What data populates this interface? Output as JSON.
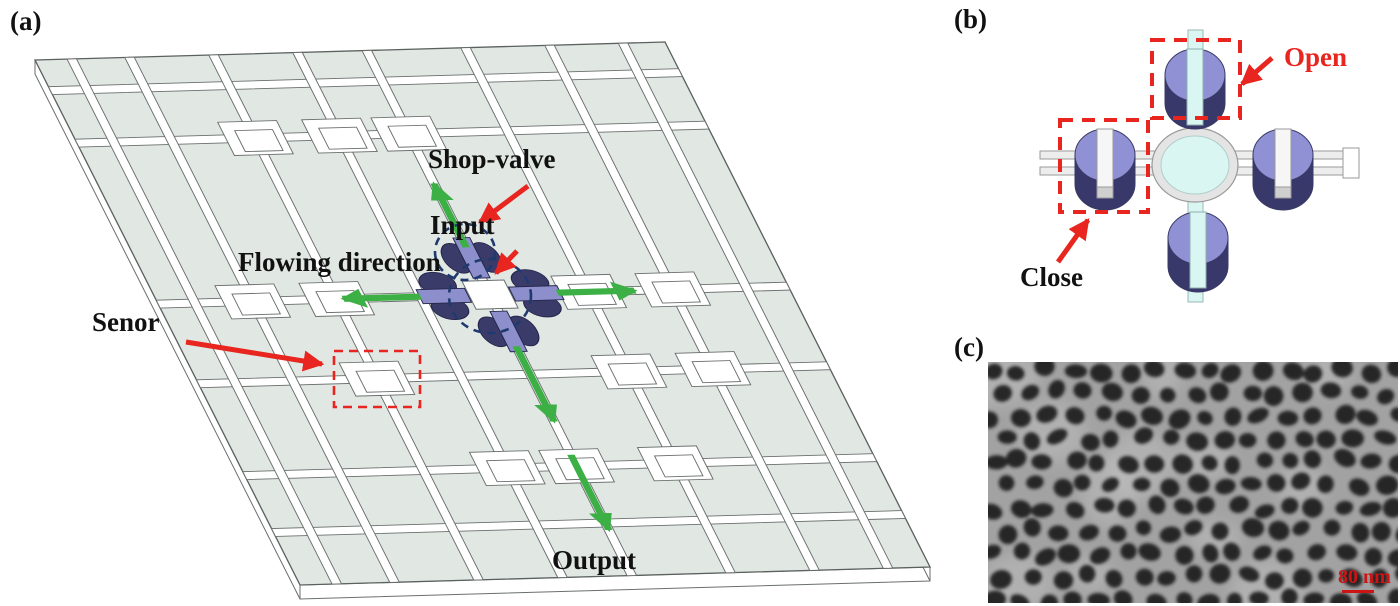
{
  "figure": {
    "panels": {
      "a": {
        "tag": "(a)",
        "description": "Isometric schematic of multiplexed microfluidic chip with valves and sensor chambers",
        "annotations": {
          "shop_valve": "Shop-valve",
          "input": "Input",
          "flowing_direction": "Flowing direction",
          "sensor": "Senor",
          "output": "Output"
        }
      },
      "b": {
        "tag": "(b)",
        "description": "Close-up of cross channel junction with four cylindrical valves",
        "annotations": {
          "open": "Open",
          "close": "Close"
        }
      },
      "c": {
        "tag": "(c)",
        "description": "SEM micrograph of nanoporous membrane",
        "scale_bar": "80 nm"
      }
    },
    "colors": {
      "chip_fill": "#e1e7e3",
      "chip_outline": "#5a615f",
      "channel_white": "#ffffff",
      "valve_navy": "#3b3b6a",
      "valve_periwinkle": "#8d8fcc",
      "cylinder_top": "#8f91d4",
      "cylinder_side": "#38386a",
      "fluid_cyan": "#d9f6f3",
      "arrow_green": "#3cb045",
      "annotation_red": "#e8251e",
      "dash_navy": "#1f3a6e",
      "sem_background": "#a2a2a2",
      "sem_pore": "#1a1a1a"
    }
  }
}
